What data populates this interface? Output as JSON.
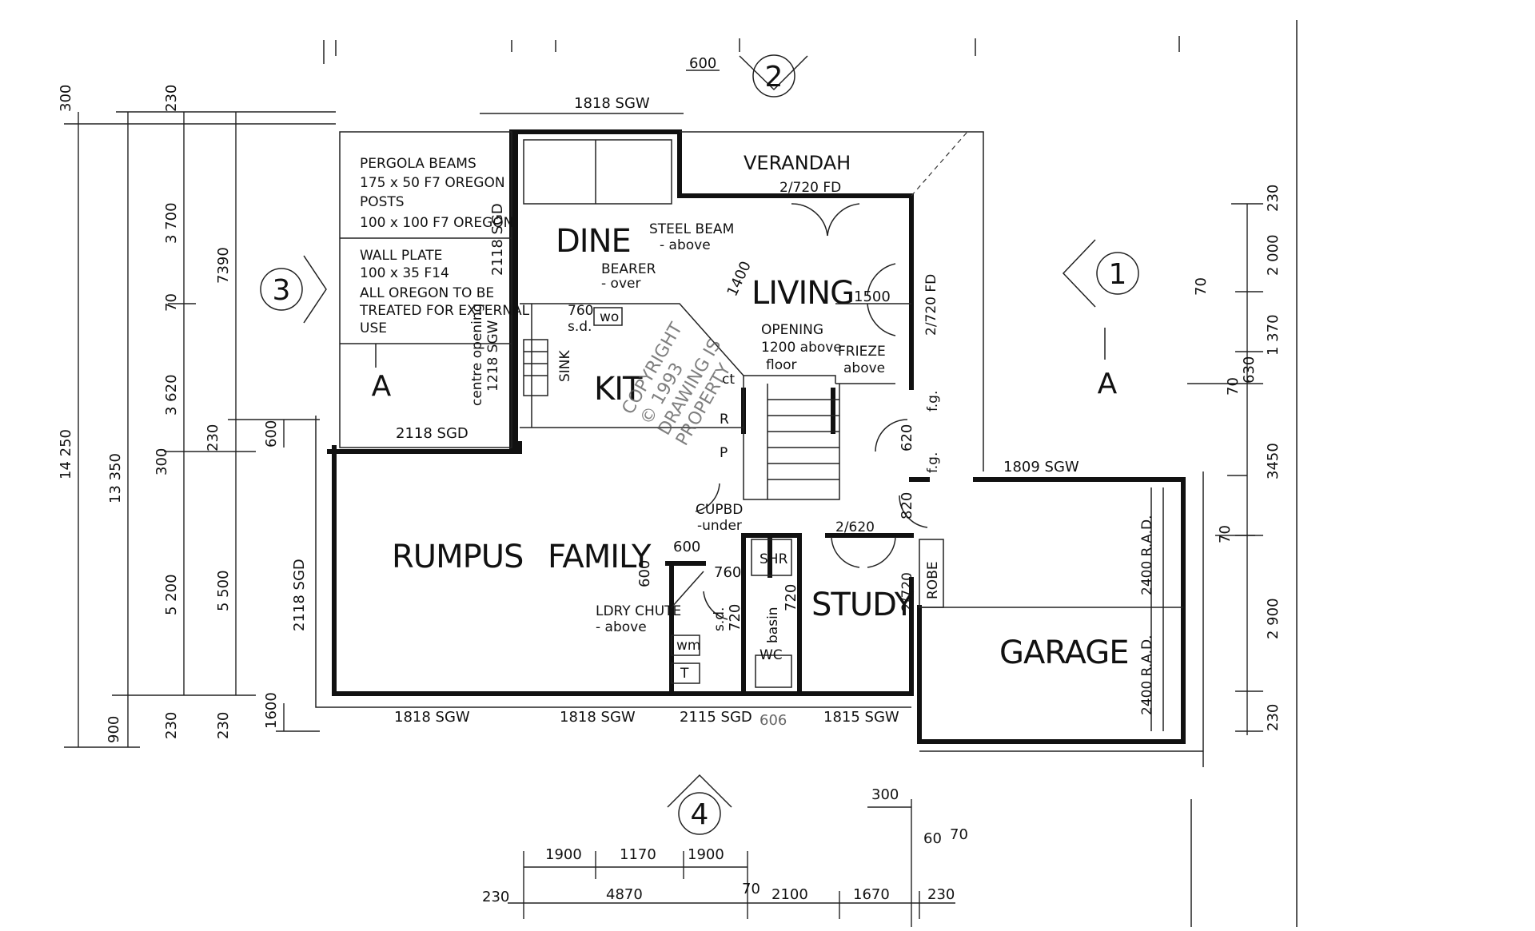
{
  "markers": {
    "one": "1",
    "two": "2",
    "three": "3",
    "four": "4",
    "sectionA": "A"
  },
  "rooms": {
    "dine": "DINE",
    "living": "LIVING",
    "kit": "KIT",
    "rumpus": "RUMPUS",
    "family": "FAMILY",
    "study": "STUDY",
    "garage": "GARAGE",
    "verandah": "VERANDAH"
  },
  "notes": {
    "pergola1": "PERGOLA BEAMS",
    "pergola2": "175 x 50 F7 OREGON",
    "pergola3": "POSTS",
    "pergola4": "100 x 100 F7 OREGON",
    "wall1": "WALL PLATE",
    "wall2": "100 x 35 F14",
    "wall3": "ALL OREGON TO BE",
    "wall4": "TREATED FOR EXTERNAL",
    "wall5": "USE",
    "steel1": "STEEL BEAM",
    "steel2": "- above",
    "bearer1": "BEARER",
    "bearer2": "- over",
    "opening1": "OPENING",
    "opening2": "1200 above",
    "opening3": "floor",
    "frieze1": "FRIEZE",
    "frieze2": "above",
    "cupbd1": "CUPBD",
    "cupbd2": "-under",
    "ldry1": "LDRY CHUTE",
    "ldry2": "- above",
    "centre1": "centre opening",
    "centre2": "1218 SGW",
    "sink": "SINK",
    "wo": "wo",
    "ct": "ct",
    "r": "R",
    "p": "P",
    "shr": "SHR",
    "wm": "wm",
    "t": "T",
    "wc": "WC",
    "basin": "basin",
    "robe": "ROBE",
    "fg1": "f.g.",
    "fg2": "f.g.",
    "sd1": "760",
    "sd1b": "s.d.",
    "sd2": "s.d.",
    "door_2720fd_top": "2/720 FD",
    "door_2720fd_side": "2/720 FD",
    "door_2620": "2/620",
    "door_2720": "2/720",
    "rad1": "2400 R.A.D.",
    "rad2": "2400 R.A.D.",
    "stamp1": "COPYRIGHT",
    "stamp2": "© 1993",
    "stamp3": "DRAWING IS",
    "stamp4": "PROPERTY"
  },
  "windows": {
    "top_sgw": "1818 SGW",
    "sgd_dine": "2118 SGD",
    "sgd_rumpus_top": "2118 SGD",
    "sgd_rumpus_left": "2118 SGD",
    "sgw_garage_top": "1809 SGW",
    "b1": "1818 SGW",
    "b2": "1818 SGW",
    "b3": "2115 SGD",
    "b4": "1815 SGW",
    "b5": "606"
  },
  "dims": {
    "d600_top": "600",
    "d1400": "1400",
    "d1500": "1500",
    "d620": "620",
    "d820": "820",
    "d600_fam": "600",
    "d600_fam2": "600",
    "d760": "760",
    "d720a": "720",
    "d720b": "720",
    "d600_left": "600",
    "d1600": "1600",
    "left_300": "300",
    "left_230": "230",
    "left_3700": "3 700",
    "left_7390": "7390",
    "left_70": "70",
    "left_3620": "3 620",
    "left_14250": "14 250",
    "left_13350": "13 350",
    "left_230b": "230",
    "left_300b": "300",
    "left_5200": "5 200",
    "left_5500": "5 500",
    "left_900": "900",
    "left_230c": "230",
    "left_230d": "230",
    "right_230": "230",
    "right_2000": "2 000",
    "right_70": "70",
    "right_1370": "1 370",
    "right_630": "630",
    "right_70b": "70",
    "right_3450": "3450",
    "right_70c": "70",
    "right_2900": "2 900",
    "right_230b": "230",
    "b_1900a": "1900",
    "b_1170": "1170",
    "b_1900b": "1900",
    "b_230": "230",
    "b_4870": "4870",
    "b_70": "70",
    "b_2100": "2100",
    "b_1670": "1670",
    "b_230b": "230",
    "b_300": "300",
    "b_60": "60",
    "b_70b": "70"
  }
}
